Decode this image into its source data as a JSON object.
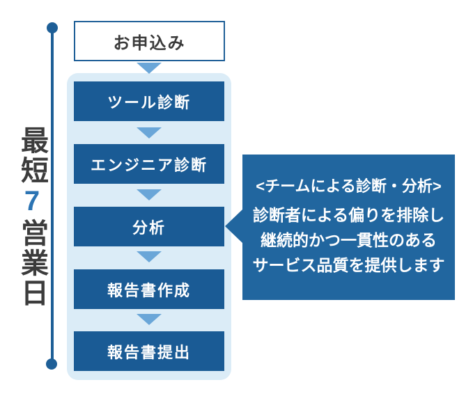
{
  "timeline": {
    "prefix": "最短",
    "number": "7",
    "suffix": "営業日"
  },
  "flow": {
    "start": {
      "label": "お申込み"
    },
    "steps": [
      {
        "label": "ツール診断"
      },
      {
        "label": "エンジニア診断"
      },
      {
        "label": "分析"
      },
      {
        "label": "報告書作成"
      },
      {
        "label": "報告書提出"
      }
    ]
  },
  "callout": {
    "title": "<チームによる診断・分析>",
    "lines": [
      "診断者による偏りを排除し",
      "継続的かつ一貫性のある",
      "サービス品質を提供します"
    ]
  },
  "colors": {
    "step_box_blue": "#1a5b95",
    "callout_blue": "#21669f",
    "panel_light_blue": "#dbecf7",
    "arrow_blue": "#6aa6d8",
    "timeline_blue": "#1e5f97",
    "number_blue": "#2c74b3",
    "dark_text": "#3a3a3a"
  }
}
